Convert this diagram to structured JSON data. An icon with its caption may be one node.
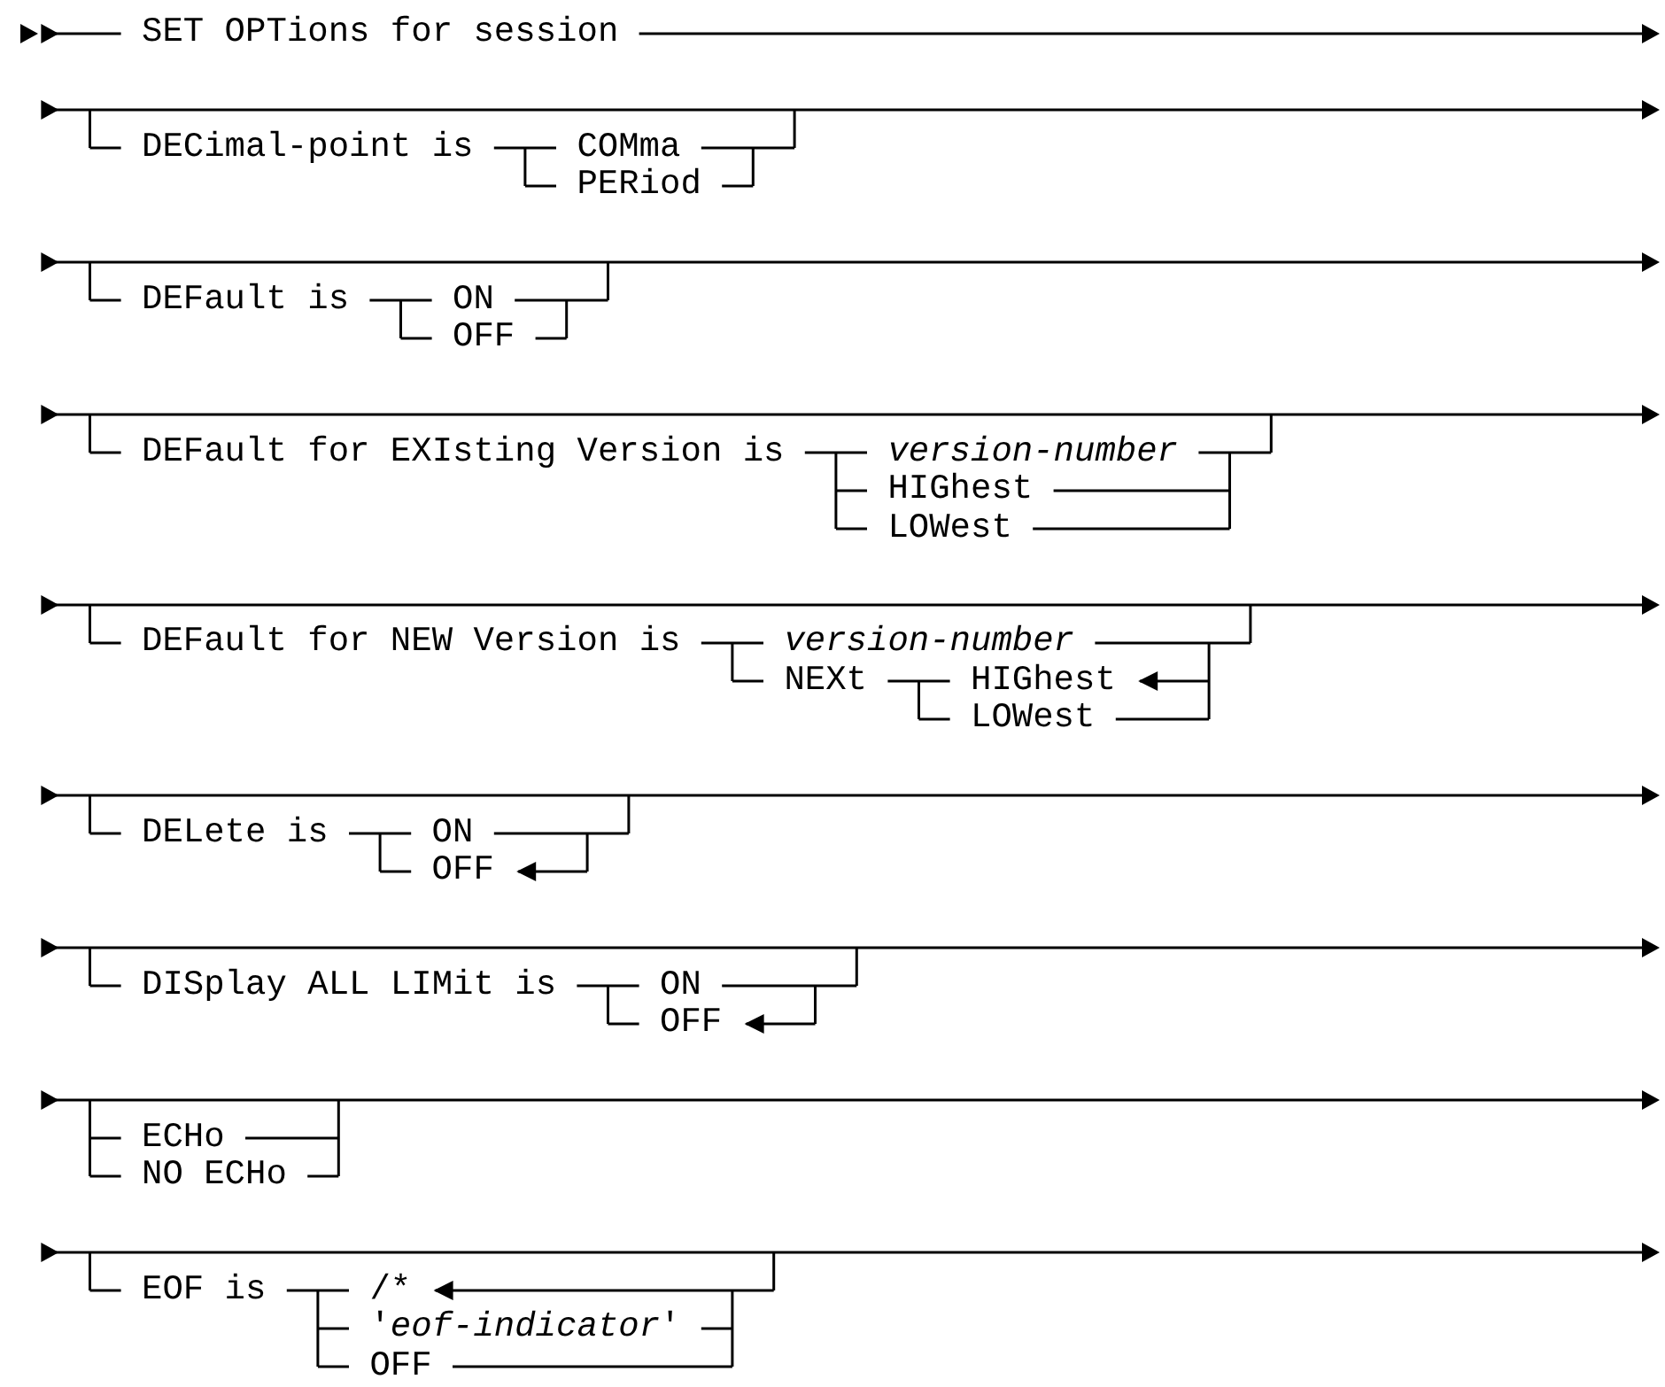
{
  "diagram": {
    "labels": [
      "SET OPTions for session",
      "DECimal-point is",
      "COMma",
      "PERiod",
      "DEFault is",
      "ON",
      "OFF",
      "DEFault for EXIsting Version is",
      "version-number",
      "HIGhest",
      "LOWest",
      "DEFault for NEW Version is",
      "version-number",
      "NEXt",
      "HIGhest",
      "LOWest",
      "DELete is",
      "ON",
      "OFF",
      "DISplay ALL LIMit is",
      "ON",
      "OFF",
      "ECHo",
      "NO ECHo",
      "EOF is",
      "/*",
      "'*eof-indicator*'",
      "OFF"
    ]
  }
}
